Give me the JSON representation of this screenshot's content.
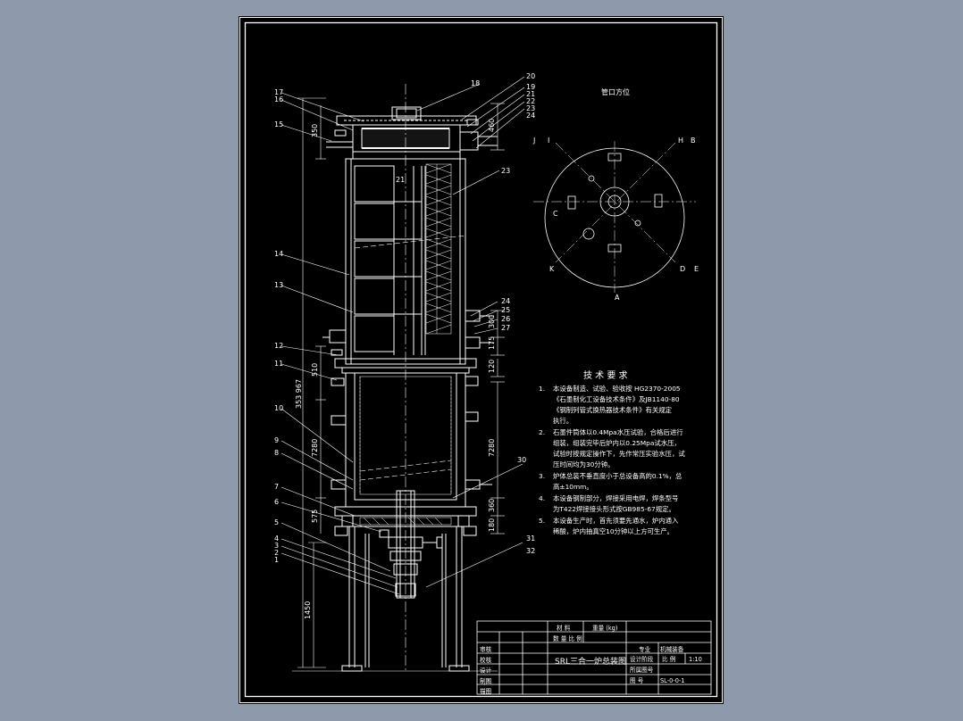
{
  "colors": {
    "background": "#8e9aac",
    "sheet": "#000000",
    "lines": "#ffffff"
  },
  "top_view": {
    "title": "管口方位",
    "labels": [
      "J",
      "I",
      "H",
      "B",
      "K",
      "C",
      "A",
      "D",
      "E"
    ]
  },
  "part_numbers": {
    "top_left": [
      "17",
      "16",
      "15"
    ],
    "top_center": [
      "18"
    ],
    "top_right": [
      "20",
      "19",
      "21",
      "22",
      "23",
      "24"
    ],
    "mid_right_23": "23",
    "mid_left": [
      "14",
      "13",
      "12",
      "11",
      "10",
      "9",
      "8",
      "7",
      "6",
      "5",
      "4",
      "3",
      "2",
      "1"
    ],
    "mid_right": [
      "24",
      "25",
      "26",
      "27"
    ],
    "low_right": [
      "30",
      "31",
      "32"
    ],
    "inner": "21"
  },
  "dimensions": {
    "left": [
      "350",
      "510",
      "353 967",
      "7280",
      "575",
      "1450"
    ],
    "right": [
      "460",
      "300",
      "175",
      "120",
      "7280",
      "360",
      "180"
    ]
  },
  "tech_req": {
    "title": "技 术 要 求",
    "items": [
      {
        "num": "1.",
        "lines": [
          "本设备制造、试验、验收按 HG2370-2005",
          "《石墨制化工设备技术条件》及JB1140-80",
          "《钢制列管式换热器技术条件》有关规定",
          "执行。"
        ]
      },
      {
        "num": "2.",
        "lines": [
          "石墨件筒体以0.4Mpa水压试验，合格后进行",
          "组装，组装完毕后炉内以0.25Mpa试水压，",
          "试验时按规定操作下，先作常压实验水压，试",
          "压时间均为30分钟。"
        ]
      },
      {
        "num": "3.",
        "lines": [
          "炉体总装不垂直度小于总设备高的0.1%，总",
          "高±10mm。"
        ]
      },
      {
        "num": "4.",
        "lines": [
          "本设备钢制部分，焊接采用电焊，焊条型号",
          "为T422焊接接头形式按GB985-67规定。"
        ]
      },
      {
        "num": "5.",
        "lines": [
          "本设备生产时，首先须要先通水，炉内通入",
          "稀酸，炉内抽真空10分钟以上方可生产。"
        ]
      }
    ]
  },
  "title_block": {
    "material_label": "材  料",
    "weight_label": "重量 (kg)",
    "scale_col_label": "数 量 比 例",
    "roles": [
      "审核",
      "校核",
      "设计",
      "制图",
      "描图"
    ],
    "drawing_name": "SRL三合一炉总装图",
    "profession_label": "专业",
    "profession_value": "机械装备",
    "design_stage": "设计阶段",
    "scale_label": "比 例",
    "scale_value": "1:10",
    "drawing_no_label": "图 号",
    "drawing_no": "SL-0-0-1",
    "project_label": "所属图号"
  }
}
